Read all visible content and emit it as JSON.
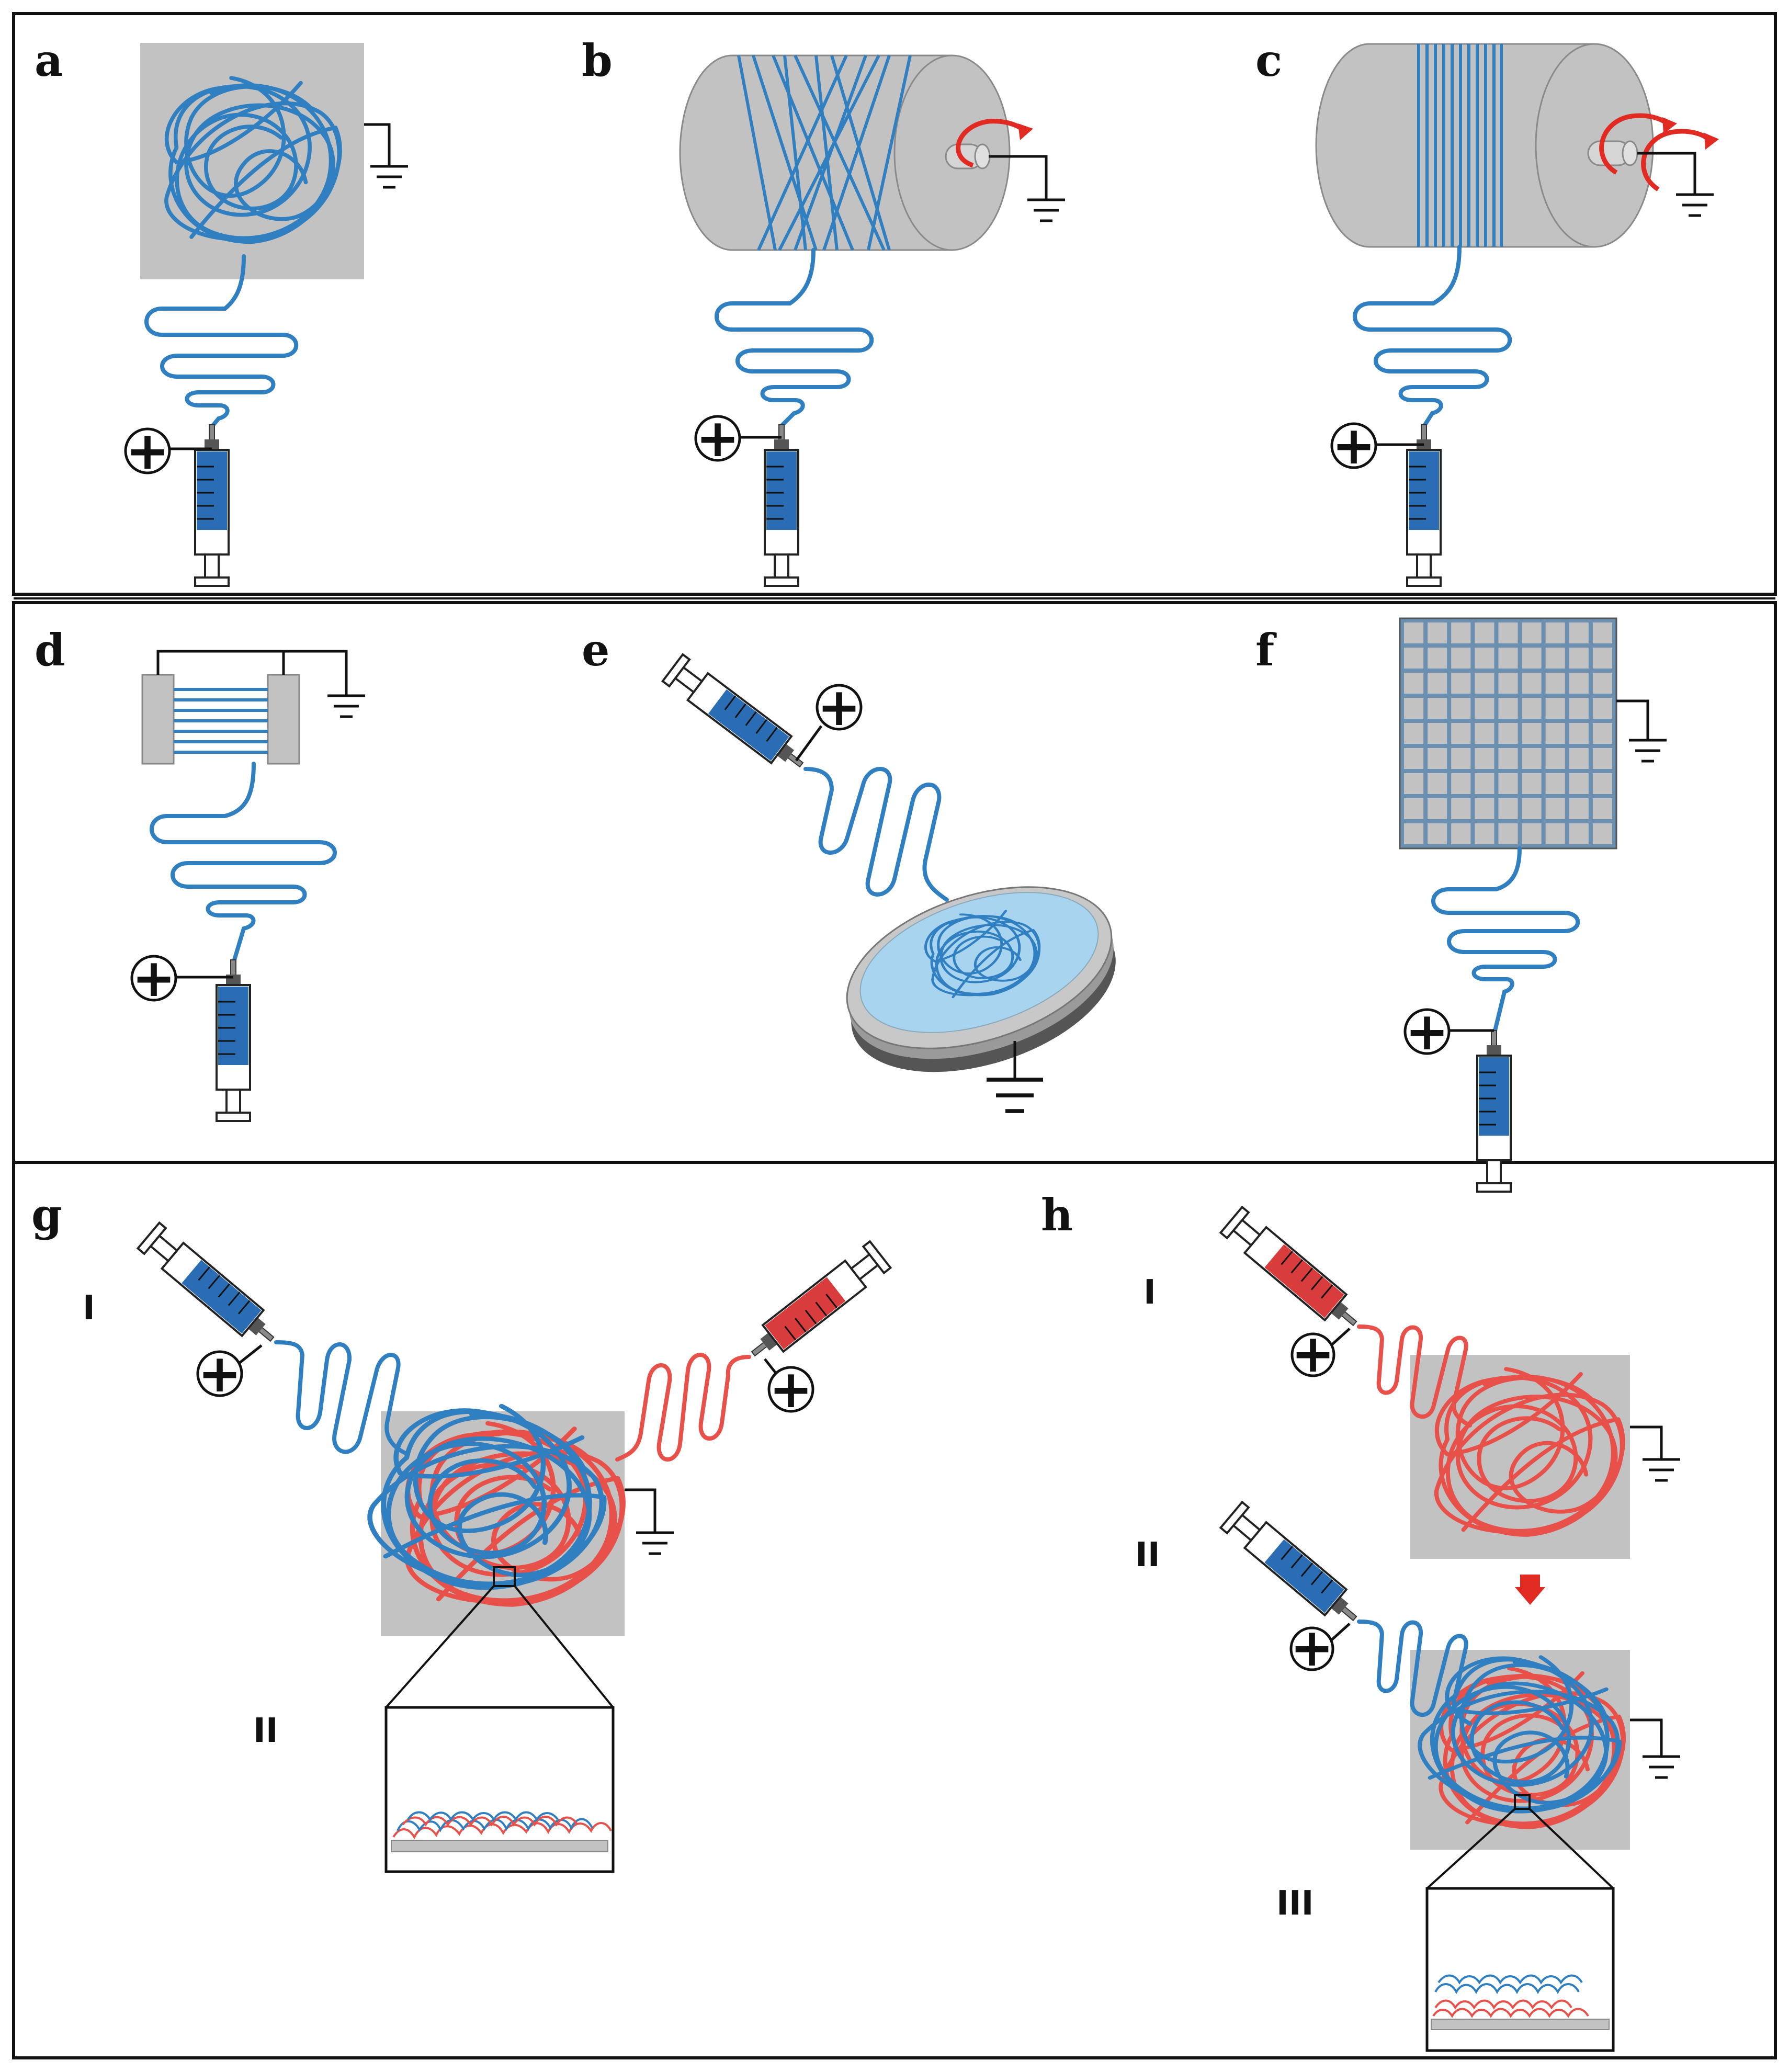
{
  "panels": {
    "a": {
      "label": "a"
    },
    "b": {
      "label": "b"
    },
    "c": {
      "label": "c"
    },
    "d": {
      "label": "d"
    },
    "e": {
      "label": "e"
    },
    "f": {
      "label": "f"
    },
    "g": {
      "label": "g",
      "step1": "I",
      "step2": "II"
    },
    "h": {
      "label": "h",
      "step1": "I",
      "step2": "II",
      "step3": "III"
    }
  },
  "symbols": {
    "positive_electrode": "+"
  },
  "colors": {
    "fiber_blue": "#2f7fc1",
    "fiber_red": "#e8504a",
    "collector_gray": "#c2c2c2",
    "arrow_red": "#e02a22",
    "syringe_blue": "#2a6db5",
    "syringe_red": "#d83c3c",
    "dish_fill": "#a8d4f0"
  }
}
